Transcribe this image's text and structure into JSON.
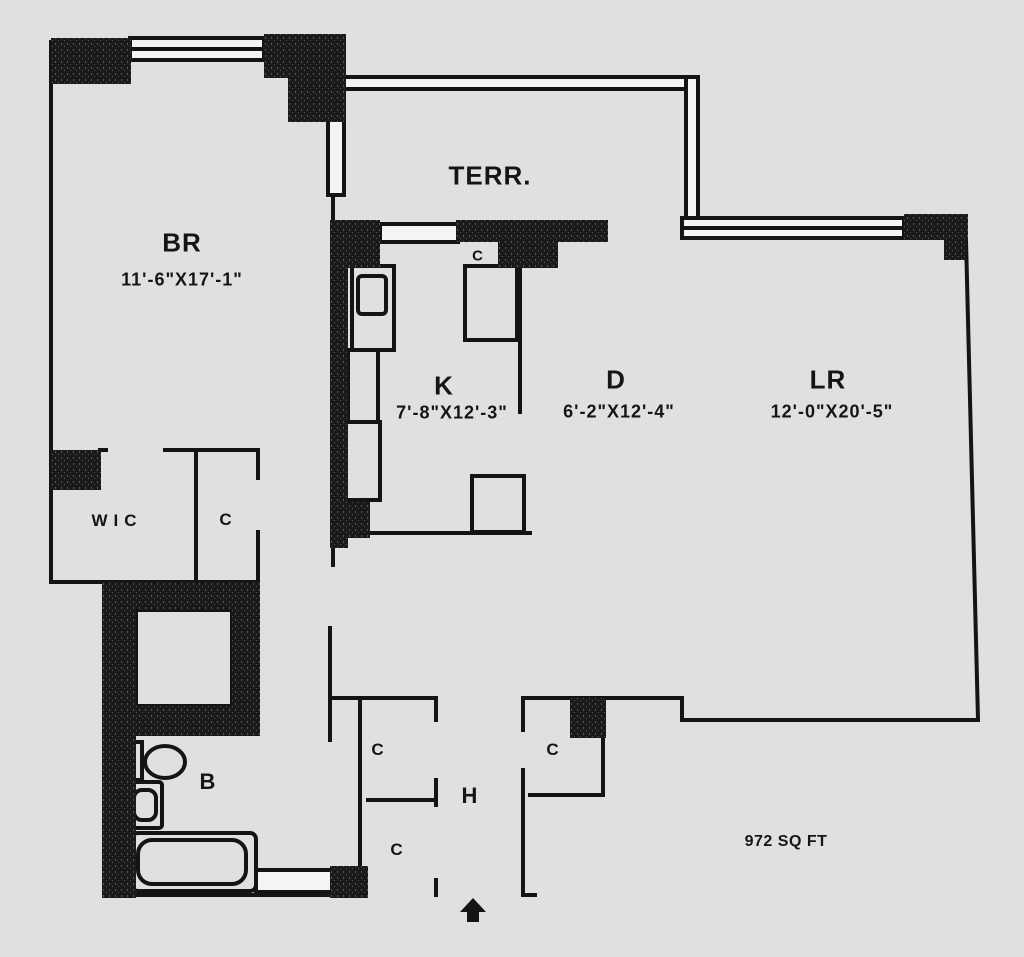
{
  "rooms": {
    "terrace": {
      "label": "TERR."
    },
    "bedroom": {
      "label": "BR",
      "dims": "11'-6\"X17'-1\""
    },
    "kitchen": {
      "label": "K",
      "dims": "7'-8\"X12'-3\""
    },
    "dining": {
      "label": "D",
      "dims": "6'-2\"X12'-4\""
    },
    "living": {
      "label": "LR",
      "dims": "12'-0\"X20'-5\""
    },
    "walk_in_closet": {
      "label": "WIC"
    },
    "bath": {
      "label": "B"
    },
    "hall": {
      "label": "H"
    },
    "closet": {
      "label": "C"
    }
  },
  "area": "972 SQ FT",
  "colors": {
    "paper": "#dfe1e0",
    "ink": "#141414",
    "window": "#f4f4f2"
  },
  "icons": {
    "entrance": "up-arrow-icon"
  }
}
